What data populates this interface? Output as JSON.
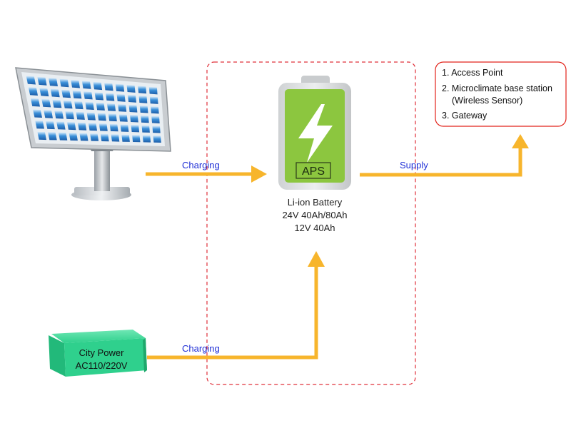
{
  "flow_labels": {
    "solar_charging": "Charging",
    "city_charging": "Charging",
    "supply": "Supply"
  },
  "battery": {
    "badge": "APS",
    "caption_lines": [
      "Li-ion Battery",
      "24V 40Ah/80Ah",
      "12V 40Ah"
    ]
  },
  "city_power": {
    "lines": [
      "City Power",
      "AC110/220V"
    ]
  },
  "loads": {
    "items": [
      "1. Access Point",
      "2. Microclimate base station",
      "(Wireless Sensor)",
      "3. Gateway"
    ]
  },
  "colors": {
    "arrow": "#f7b52c",
    "dashed_box": "#e0303a",
    "loads_border": "#e2231a",
    "battery_green": "#8cc63f",
    "city_power_green": "#2fd08d",
    "label_blue": "#1f2fd6"
  }
}
